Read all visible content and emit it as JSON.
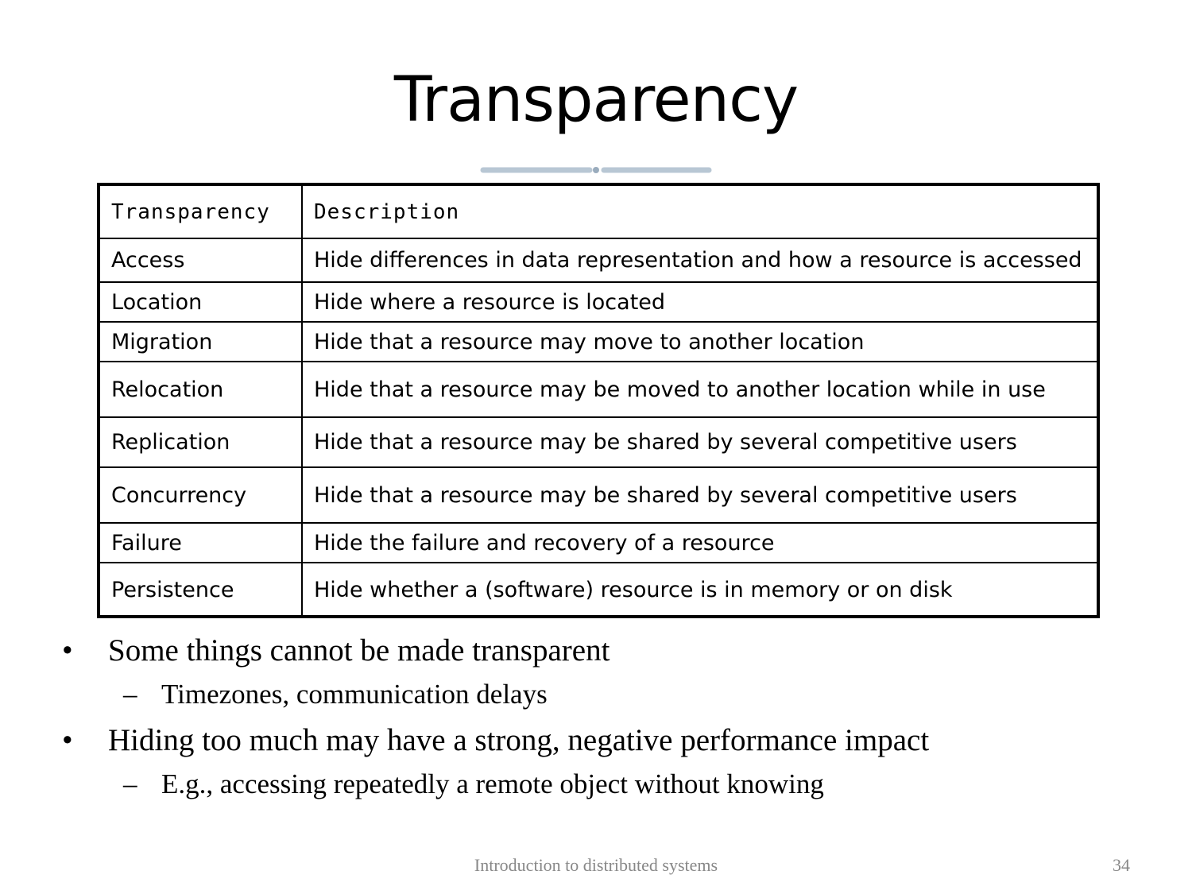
{
  "slide": {
    "title": "Transparency",
    "accent_color": "#b8c7d4"
  },
  "table": {
    "headers": [
      "Transparency",
      "Description"
    ],
    "rows": [
      [
        "Access",
        "Hide differences in data representation and how a resource is accessed"
      ],
      [
        "Location",
        "Hide where a resource is located"
      ],
      [
        "Migration",
        "Hide that a resource may move to another location"
      ],
      [
        "Relocation",
        "Hide that a resource may be moved to another location while in use"
      ],
      [
        "Replication",
        "Hide that a resource may be shared by several competitive users"
      ],
      [
        "Concurrency",
        "Hide that a resource may be shared by several competitive users"
      ],
      [
        "Failure",
        "Hide the failure and recovery of a resource"
      ],
      [
        "Persistence",
        "Hide whether a (software) resource is in memory or on disk"
      ]
    ]
  },
  "bullets": [
    {
      "text": "Some things cannot be made transparent",
      "sub": [
        "Timezones, communication delays"
      ]
    },
    {
      "text": "Hiding too much may have a strong, negative performance impact",
      "sub": [
        "E.g., accessing repeatedly a remote object without knowing"
      ]
    }
  ],
  "bullet_mark": "•",
  "sub_mark": "–",
  "footer": {
    "text": "Introduction to distributed systems",
    "page_number": "34"
  }
}
